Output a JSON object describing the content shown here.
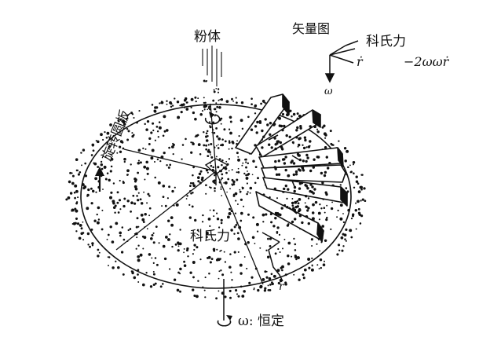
{
  "labels": {
    "powder": "粉体",
    "vector_diagram": "矢量图",
    "coriolis_top": "科氏力",
    "r_dot": "ṙ",
    "minus_2_omega": "−2ωωṙ",
    "omega_small": "ω",
    "rotating_disk": "旋转圆板",
    "coriolis_disk": "科氏力",
    "r_bottom": "r",
    "omega_const": "ω: 恒定"
  },
  "colors": {
    "ink": "#111111",
    "paper": "#ffffff"
  },
  "icons": {
    "rotation": "rotation-arrow-icon",
    "motion": "arrow-up-icon"
  }
}
